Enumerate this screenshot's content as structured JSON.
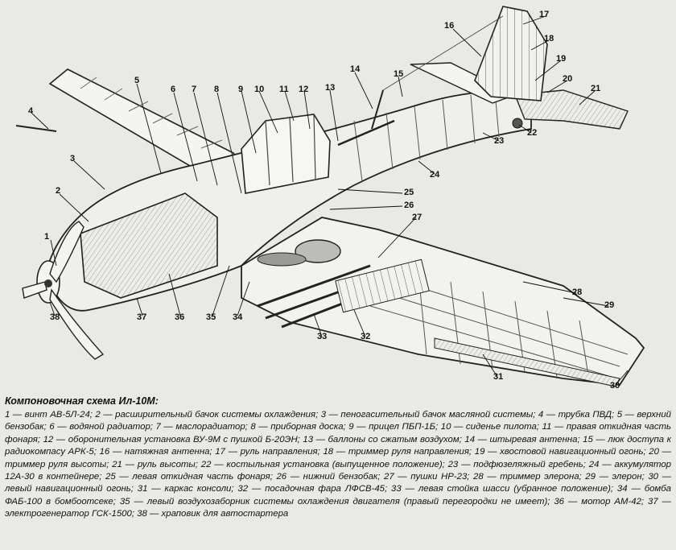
{
  "figure": {
    "callouts": [
      {
        "id": "1",
        "text": "1"
      },
      {
        "id": "2",
        "text": "2"
      },
      {
        "id": "3",
        "text": "3"
      },
      {
        "id": "4",
        "text": "4"
      },
      {
        "id": "5",
        "text": "5"
      },
      {
        "id": "6",
        "text": "6"
      },
      {
        "id": "7",
        "text": "7"
      },
      {
        "id": "8",
        "text": "8"
      },
      {
        "id": "9",
        "text": "9"
      },
      {
        "id": "10",
        "text": "10"
      },
      {
        "id": "11",
        "text": "11"
      },
      {
        "id": "12",
        "text": "12"
      },
      {
        "id": "13",
        "text": "13"
      },
      {
        "id": "14",
        "text": "14"
      },
      {
        "id": "15",
        "text": "15"
      },
      {
        "id": "16",
        "text": "16"
      },
      {
        "id": "17",
        "text": "17"
      },
      {
        "id": "18",
        "text": "18"
      },
      {
        "id": "19",
        "text": "19"
      },
      {
        "id": "20",
        "text": "20"
      },
      {
        "id": "21",
        "text": "21"
      },
      {
        "id": "22",
        "text": "22"
      },
      {
        "id": "23",
        "text": "23"
      },
      {
        "id": "24",
        "text": "24"
      },
      {
        "id": "25",
        "text": "25"
      },
      {
        "id": "26",
        "text": "26"
      },
      {
        "id": "27",
        "text": "27"
      },
      {
        "id": "28",
        "text": "28"
      },
      {
        "id": "29",
        "text": "29"
      },
      {
        "id": "30",
        "text": "30"
      },
      {
        "id": "31",
        "text": "31"
      },
      {
        "id": "32",
        "text": "32"
      },
      {
        "id": "33",
        "text": "33"
      },
      {
        "id": "34",
        "text": "34"
      },
      {
        "id": "35",
        "text": "35"
      },
      {
        "id": "36",
        "text": "36"
      },
      {
        "id": "37",
        "text": "37"
      },
      {
        "id": "38",
        "text": "38"
      }
    ]
  },
  "caption": {
    "title": "Компоновочная схема Ил-10М:",
    "text": "1 — винт АВ-5Л-24; 2 — расширительный бачок системы охлаждения; 3 — пеногасительный бачок масляной системы; 4 — трубка ПВД; 5 — верхний бензобак; 6 — водяной радиатор; 7 — маслорадиатор; 8 — приборная доска; 9 — прицел ПБП-1Б; 10 — сиденье пилота; 11 — правая откидная часть фонаря; 12 — оборонительная установка ВУ-9М с пушкой Б-20ЭН; 13 — баллоны со сжатым воздухом; 14 — штыревая антенна; 15 — люк доступа к радиокомпасу АРК-5; 16 — натяжная антенна; 17 — руль направления; 18 — триммер руля направления; 19 — хвостовой навигационный огонь; 20 — триммер руля высоты; 21 — руль высоты; 22 — костыльная установка (выпущенное положение); 23 — подфюзеляжный гребень; 24 — аккумулятор 12А-30 в контейнере; 25 — левая откидная часть фонаря; 26 — нижний бензобак; 27 — пушки НР-23; 28 — триммер элерона; 29 — элерон; 30 — левый навигационный огонь; 31 — каркас консоли; 32 — посадочная фара ЛФСВ-45; 33 — левая стойка шасси (убранное положение); 34 — бомба ФАБ-100 в бомбоотсеке; 35 — левый воздухозаборник системы охлаждения двигателя (правый перегородки не имеет); 36 — мотор АМ-42; 37 — электрогенератор ГСК-1500; 38 — храповик для автостартера"
  }
}
